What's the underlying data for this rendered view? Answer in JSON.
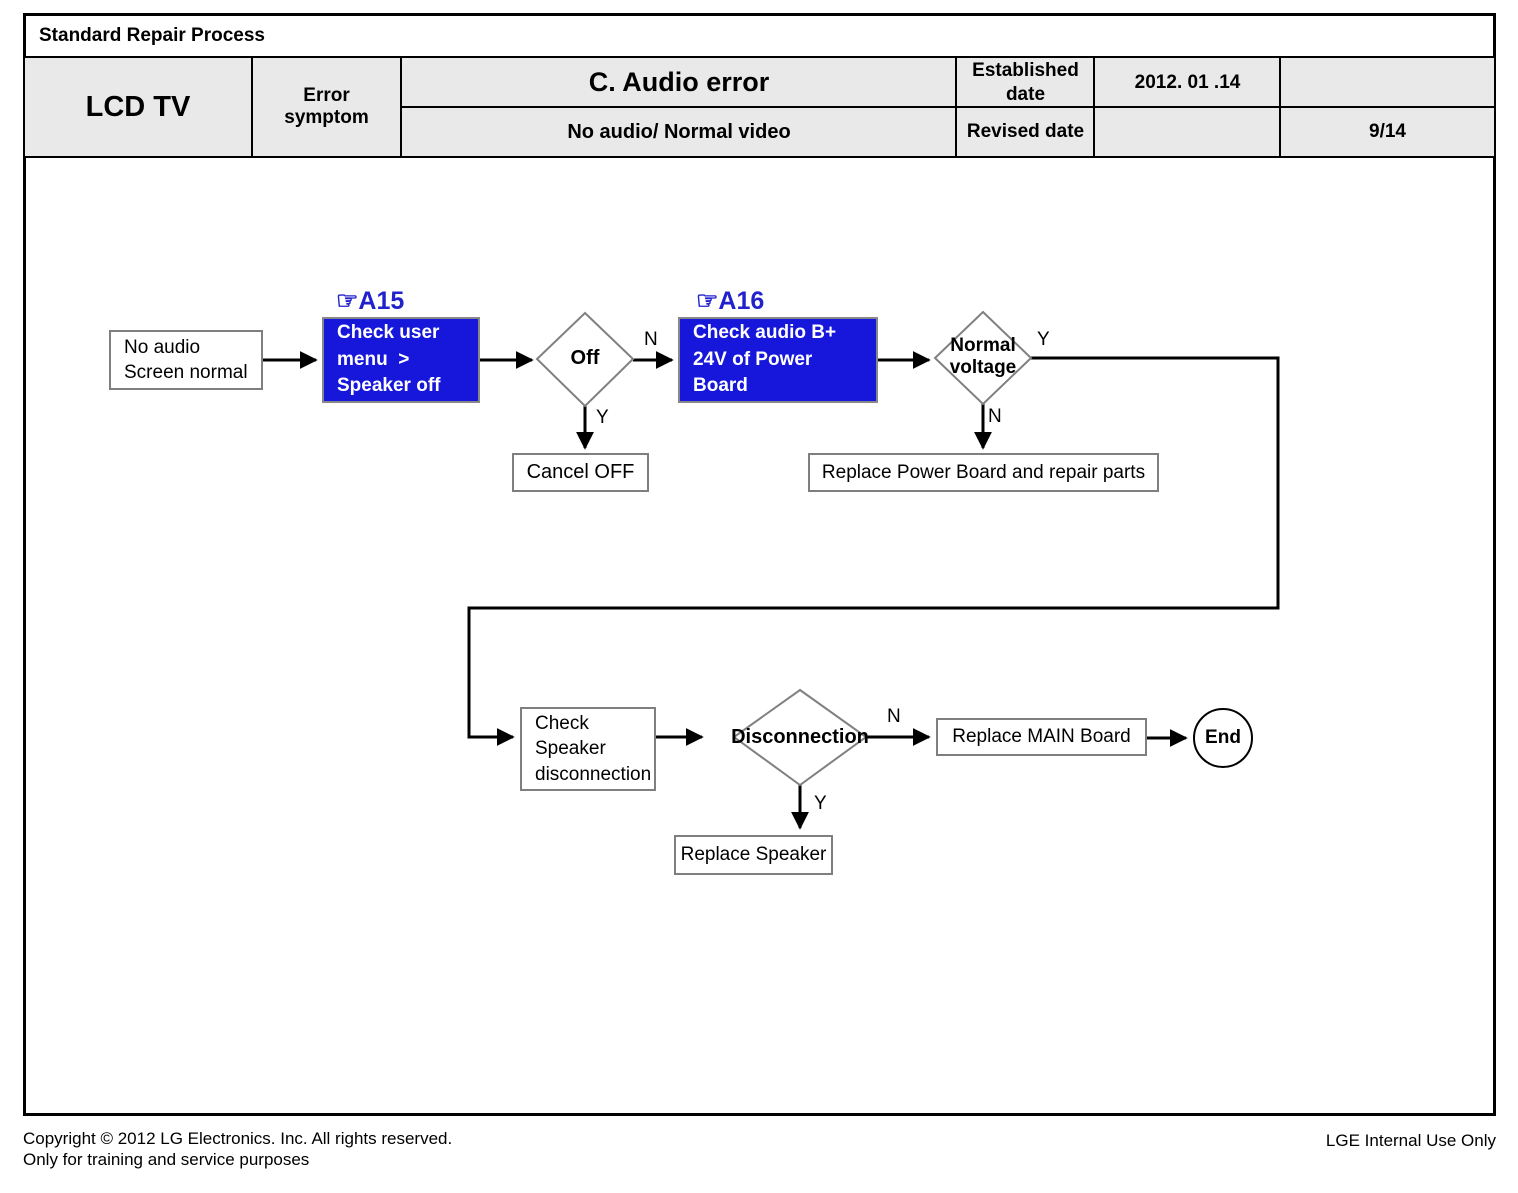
{
  "header": {
    "title": "Standard Repair Process",
    "product": "LCD  TV",
    "error_symptom_label": "Error\nsymptom",
    "error_title": "C. Audio error",
    "error_subtitle": "No audio/ Normal video",
    "established_date_label": "Established\ndate",
    "established_date_value": "2012. 01 .14",
    "revised_date_label": "Revised date",
    "revised_date_value": "",
    "page_number": "9/14"
  },
  "flowchart": {
    "ref_labels": {
      "a15": "☞A15",
      "a16": "☞A16"
    },
    "nodes": {
      "start": "No audio\nScreen normal",
      "check_user_menu": "Check user\nmenu  >\nSpeaker off",
      "off": "Off",
      "cancel_off": "Cancel OFF",
      "check_audio_b_plus": "Check audio B+\n24V of Power\nBoard",
      "normal_voltage": "Normal\nvoltage",
      "replace_power_board": "Replace Power Board and repair parts",
      "check_speaker": "Check\nSpeaker\ndisconnection",
      "disconnection": "Disconnection",
      "replace_main_board": "Replace MAIN Board",
      "replace_speaker": "Replace Speaker",
      "end": "End"
    },
    "branch_labels": {
      "yes": "Y",
      "no": "N"
    }
  },
  "footer": {
    "copyright_line1": "Copyright © 2012 LG Electronics. Inc. All rights reserved.",
    "copyright_line2": "Only for training and service purposes",
    "internal_use": "LGE Internal Use Only"
  },
  "colors": {
    "highlight_blue": "#1717DC",
    "reference_blue": "#2222CC",
    "table_fill": "#E9E9E9",
    "box_border_gray": "#7F7F7F",
    "line_black": "#000000"
  }
}
